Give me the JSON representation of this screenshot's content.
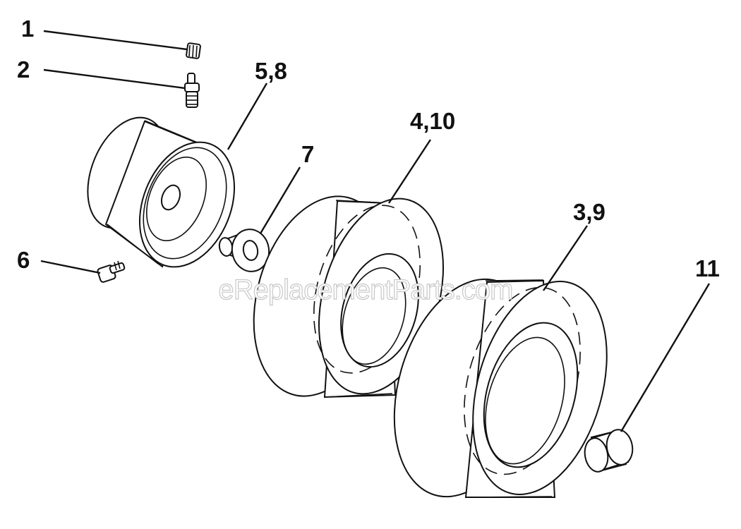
{
  "watermark": "eReplacementParts.com",
  "callouts": {
    "c1": "1",
    "c2": "2",
    "c58": "5,8",
    "c7": "7",
    "c410": "4,10",
    "c39": "3,9",
    "c11": "11",
    "c6": "6"
  }
}
